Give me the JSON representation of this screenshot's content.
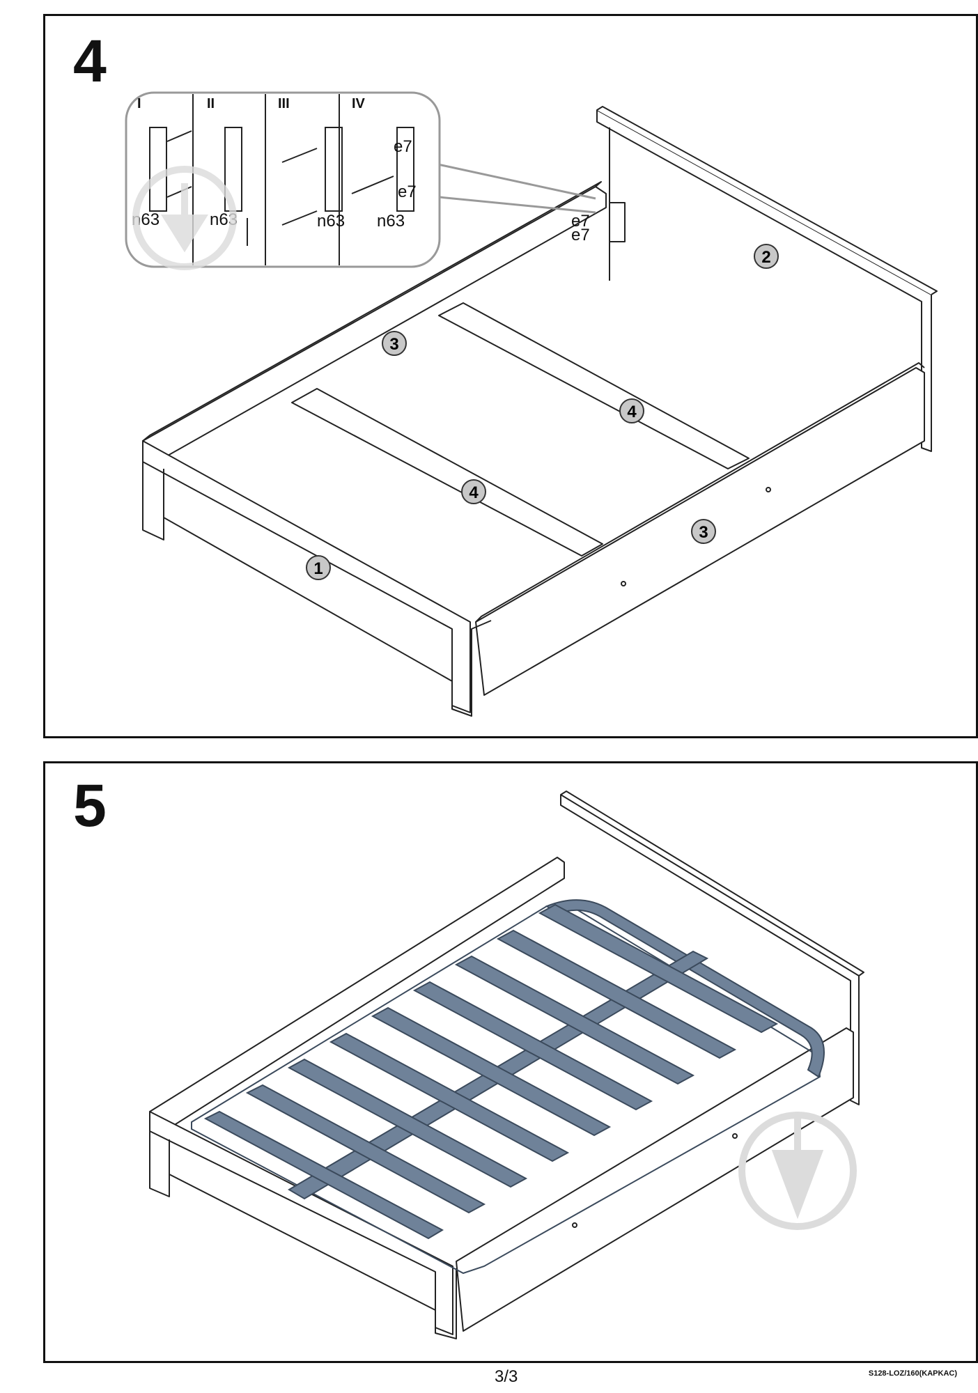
{
  "steps": [
    {
      "number": "4",
      "detail_labels": [
        "I",
        "II",
        "III",
        "IV"
      ],
      "hardware": {
        "cam": "n63",
        "bolt": "e7"
      },
      "part_callouts": [
        "1",
        "2",
        "3",
        "3",
        "4",
        "4"
      ]
    },
    {
      "number": "5"
    }
  ],
  "footer": {
    "page": "3/3",
    "code": "S128-LOZ/160(KAPKAC)"
  },
  "colors": {
    "line": "#222222",
    "callout_fill": "#c8c8c8",
    "slat_fill": "#6f8299",
    "watermark": "#dcdcdc"
  }
}
